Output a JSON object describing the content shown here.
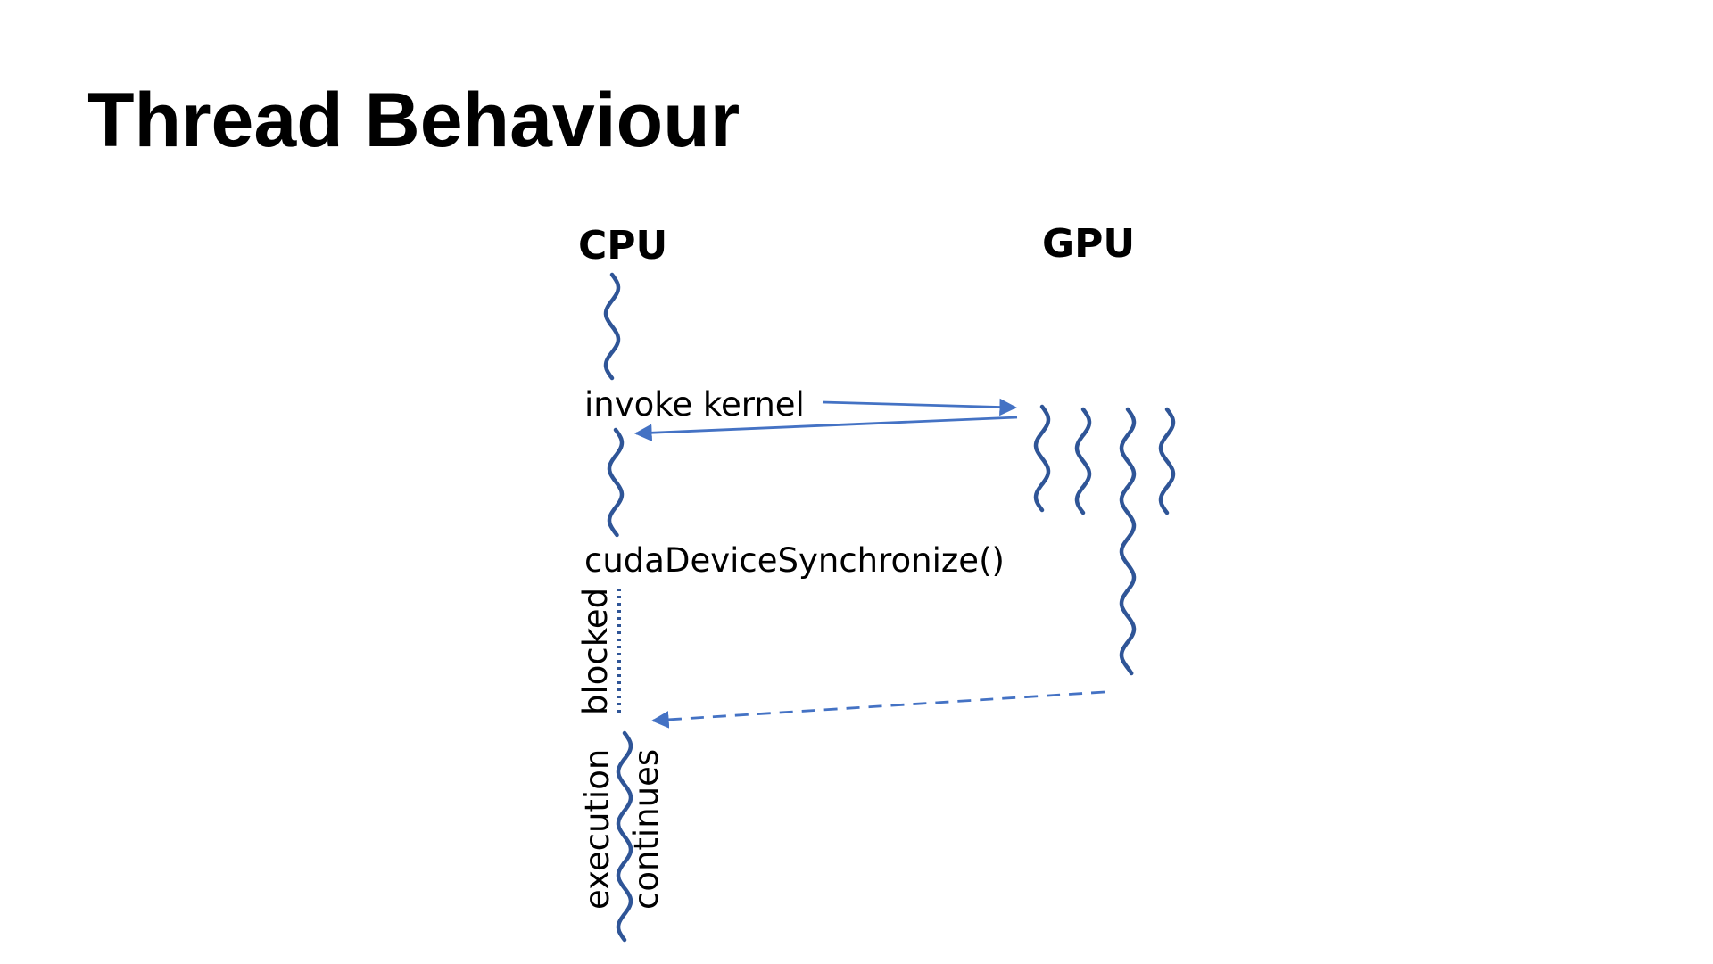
{
  "slide": {
    "title": "Thread Behaviour"
  },
  "diagram": {
    "cpu_label": "CPU",
    "gpu_label": "GPU",
    "invoke_label": "invoke kernel",
    "sync_label": "cudaDeviceSynchronize()",
    "blocked_label": "blocked",
    "execution_label": "execution",
    "continues_label": "continues",
    "colors": {
      "thread": "#2F5597",
      "arrow": "#4472C4",
      "text": "#000000"
    }
  }
}
